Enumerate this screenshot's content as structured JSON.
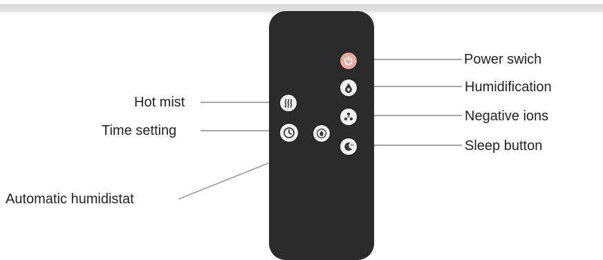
{
  "callouts": {
    "power": "Power swich",
    "humidification": "Humidification",
    "negative_ions": "Negative ions",
    "sleep": "Sleep button",
    "hot_mist": "Hot mist",
    "time_setting": "Time setting",
    "auto_humidistat": "Automatic humidistat"
  },
  "icons": {
    "power": "power-icon",
    "humidification": "water-drop-icon",
    "negative_ions": "negative-ions-icon",
    "sleep": "moon-icon",
    "hot_mist": "hot-mist-icon",
    "time_setting": "clock-icon",
    "auto_humidistat": "humidistat-icon"
  },
  "colors": {
    "remote_body": "#2b2b2b",
    "button_face": "#f1f1f1",
    "power_button": "#e8a9a0",
    "icon_dark": "#3a3a3a"
  }
}
